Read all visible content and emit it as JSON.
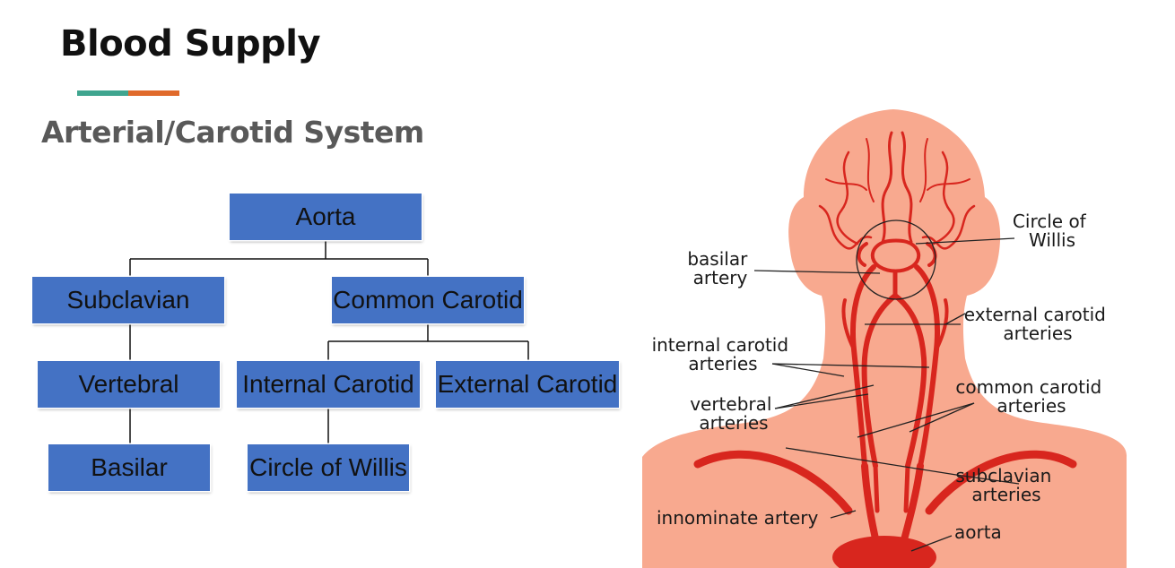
{
  "title": "Blood Supply",
  "subtitle": "Arterial/Carotid System",
  "colors": {
    "box_fill": "#4472c4",
    "accent_teal": "#3fa58f",
    "accent_orange": "#e06a2b",
    "skin": "#f8a98f",
    "artery": "#d8261e"
  },
  "hierarchy": {
    "aorta": "Aorta",
    "subclavian": "Subclavian",
    "common_carotid": "Common Carotid",
    "vertebral": "Vertebral",
    "internal_carotid": "Internal Carotid",
    "external_carotid": "External Carotid",
    "basilar": "Basilar",
    "circle_of_willis": "Circle of Willis"
  },
  "illustration": {
    "circle_of_willis": [
      "Circle of",
      "Willis"
    ],
    "basilar_artery": [
      "basilar",
      "artery"
    ],
    "external_carotid_arteries": [
      "external carotid",
      "arteries"
    ],
    "internal_carotid_arteries": [
      "internal carotid",
      "arteries"
    ],
    "common_carotid_arteries": [
      "common carotid",
      "arteries"
    ],
    "vertebral_arteries": [
      "vertebral",
      "arteries"
    ],
    "subclavian_arteries": [
      "subclavian",
      "arteries"
    ],
    "innominate_artery": "innominate artery",
    "aorta": "aorta"
  }
}
